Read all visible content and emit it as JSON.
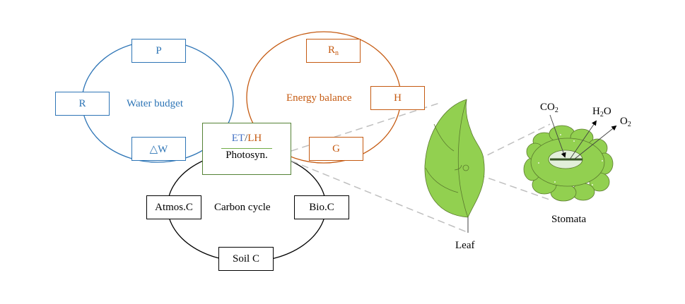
{
  "water_budget": {
    "title": "Water budget",
    "color": "#2E75B6",
    "nodes": [
      "P",
      "R",
      "△W"
    ]
  },
  "energy_balance": {
    "title": "Energy balance",
    "color": "#C55A11",
    "nodes": {
      "rn_main": "R",
      "rn_sub": "n",
      "h": "H",
      "g": "G"
    }
  },
  "carbon_cycle": {
    "title": "Carbon cycle",
    "color": "#000000",
    "nodes": [
      "Atmos.C",
      "Bio.C",
      "Soil C"
    ]
  },
  "center": {
    "et": "ET",
    "slash": "/",
    "lh": "LH",
    "photosyn": "Photosyn.",
    "border_color": "#548235"
  },
  "leaf": {
    "label": "Leaf",
    "fill": "#92D050"
  },
  "stomata": {
    "label": "Stomata",
    "co2": {
      "main": "CO",
      "sub": "2"
    },
    "h2o": {
      "pre": "H",
      "sub": "2",
      "post": "O"
    },
    "o2": {
      "main": "O",
      "sub": "2"
    }
  }
}
